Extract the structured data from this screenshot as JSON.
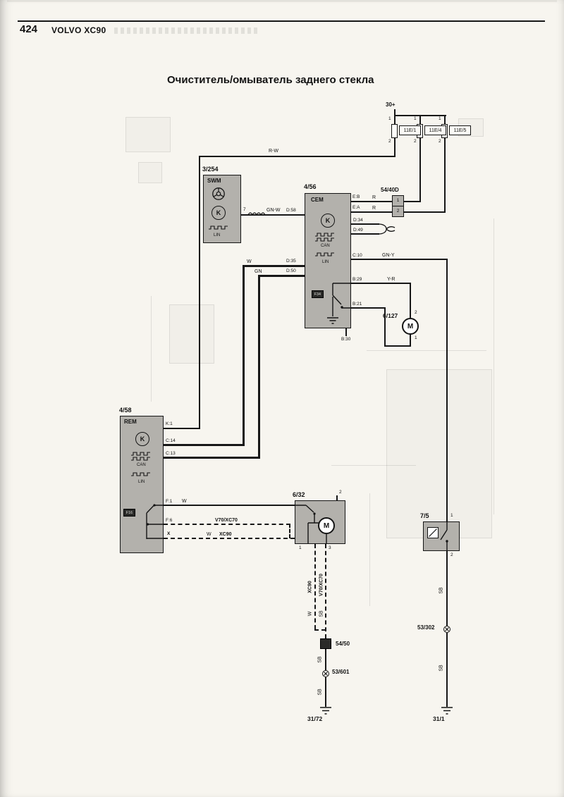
{
  "colors": {
    "line": "#171717",
    "component_fill": "#b3b1ac",
    "paper": "#f7f5ef"
  },
  "header": {
    "page_number": "424",
    "model": "VOLVO XC90"
  },
  "title": "Очиститель/омыватель заднего стекла",
  "power": {
    "terminal": "30+"
  },
  "fuses": [
    {
      "id": "11E/1",
      "pin_top": "1",
      "pin_bottom": "2"
    },
    {
      "id": "11E/4",
      "pin_top": "1",
      "pin_bottom": "2"
    },
    {
      "id": "11E/5",
      "pin_top": "1",
      "pin_bottom": "2"
    }
  ],
  "wire_labels": {
    "r_w": "R-W",
    "r_top": "R",
    "r_bottom": "R",
    "gn_w": "GN-W",
    "w_can": "W",
    "gn_can": "GN",
    "gn_y": "GN-Y",
    "y_r": "Y-R",
    "w_f1": "W",
    "w_x": "W",
    "variant_v70": "V70/XC70",
    "variant_xc90": "XC90",
    "variant_xc90_vert": "XC90",
    "variant_v70_vert": "V70/XC70",
    "w_vert": "W",
    "sb_vert": "SB",
    "sb_54_50": "SB",
    "sb_53_601": "SB",
    "sb_7_5": "SB",
    "sb_53_302": "SB"
  },
  "swm": {
    "id": "3/254",
    "name": "SWM",
    "pin_7": "7",
    "k": "K",
    "lin": "LIN"
  },
  "cem": {
    "id": "4/56",
    "name": "CEM",
    "k": "K",
    "can": "CAN",
    "lin": "LIN",
    "driver": "F34",
    "pin_eb": "E:B",
    "pin_ea": "E:A",
    "pin_d58": "D:58",
    "pin_d34": "D:34",
    "pin_d49": "D:49",
    "pin_c10": "C:10",
    "pin_d35": "D:35",
    "pin_d50": "D:50",
    "pin_b29": "B:29",
    "pin_b21": "B:21",
    "pin_b30": "B:30"
  },
  "connector_54_40d": {
    "id": "54/40D",
    "pin_1": "1",
    "pin_2": "2"
  },
  "wiper_motor": {
    "id": "6/127",
    "symbol": "M",
    "pin_2": "2",
    "pin_1": "1"
  },
  "rem": {
    "id": "4/58",
    "name": "REM",
    "k": "K",
    "can": "CAN",
    "lin": "LIN",
    "driver": "F16",
    "pin_k1": "K:1",
    "pin_c14": "C:14",
    "pin_c13": "C:13",
    "pin_f1": "F:1",
    "pin_f6": "F:6",
    "pin_x": "X"
  },
  "washer_pump": {
    "id": "6/32",
    "symbol": "M",
    "pin_1": "1",
    "pin_2": "2",
    "pin_3": "3"
  },
  "level_switch": {
    "id": "7/5",
    "pin_1": "1",
    "pin_2": "2"
  },
  "connector_54_50": {
    "id": "54/50"
  },
  "splice_53_601": {
    "id": "53/601"
  },
  "splice_53_302": {
    "id": "53/302"
  },
  "ground_31_72": {
    "id": "31/72"
  },
  "ground_31_1": {
    "id": "31/1"
  }
}
